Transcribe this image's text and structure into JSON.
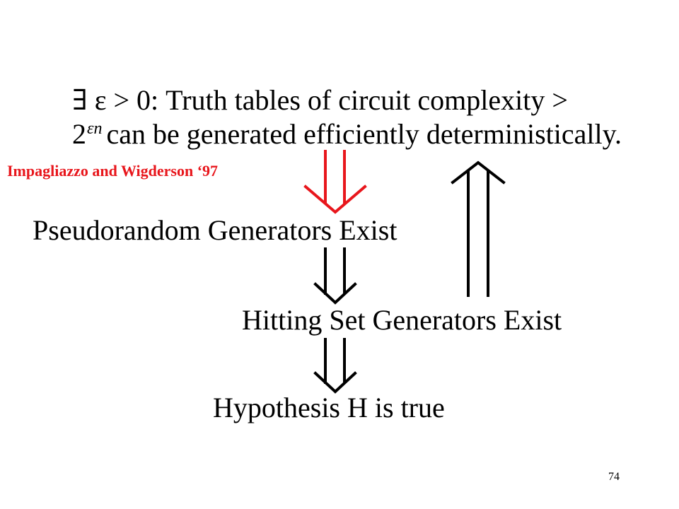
{
  "slide": {
    "statement": {
      "line1": "∃ ε > 0: Truth tables of circuit complexity >",
      "line2_base": "2",
      "line2_exponent": "εn",
      "line2_rest": "can be generated efficiently deterministically."
    },
    "citation": "Impagliazzo and Wigderson ‘97",
    "nodes": {
      "prg": "Pseudorandom Generators Exist",
      "hsg": "Hitting Set Generators Exist",
      "hypothesis": "Hypothesis H is true"
    },
    "page_number": "74"
  },
  "colors": {
    "text": "#000000",
    "citation": "#e8161c",
    "arrow_red": "#e8161c",
    "arrow_black": "#000000"
  },
  "icons": {
    "implies_down": "double-arrow-down-icon",
    "implies_up": "double-arrow-up-icon"
  }
}
